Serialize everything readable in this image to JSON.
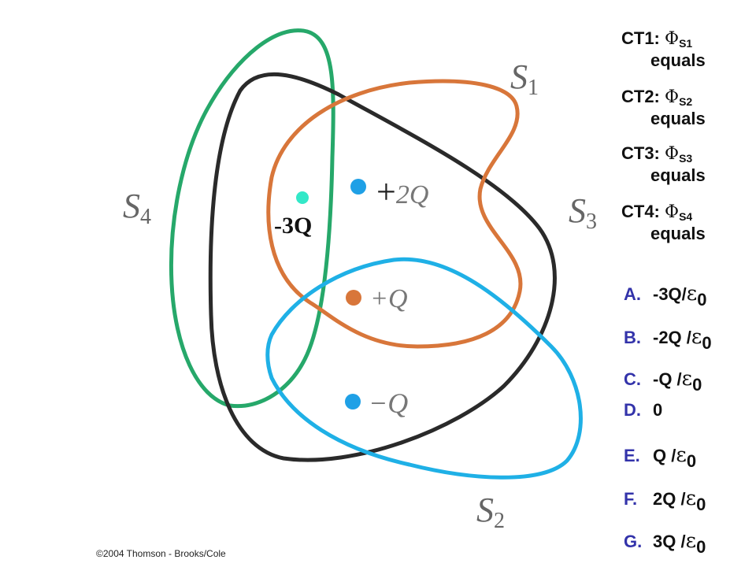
{
  "figure": {
    "surfaces": {
      "s1": {
        "letter": "S",
        "index": "1",
        "color": "#d8763a"
      },
      "s2": {
        "letter": "S",
        "index": "2",
        "color": "#1fb0e6"
      },
      "s3": {
        "letter": "S",
        "index": "3",
        "color": "#2a2a2a"
      },
      "s4": {
        "letter": "S",
        "index": "4",
        "color": "#26a86a"
      }
    },
    "charges": {
      "neg3q": {
        "label": "-3Q",
        "color": "#33e8c8"
      },
      "plus2q": {
        "sign": "+",
        "value": "2Q",
        "color": "#1fa0e6"
      },
      "plusq": {
        "label": "+Q",
        "color": "#d8763a"
      },
      "minusq": {
        "label": "−Q",
        "color": "#1fa0e6"
      }
    },
    "copyright": "©2004 Thomson - Brooks/Cole"
  },
  "questions": [
    {
      "prefix": "CT1:",
      "phi": "Φ",
      "sub": "S1",
      "text": "equals"
    },
    {
      "prefix": "CT2:",
      "phi": "Φ",
      "sub": "S2",
      "text": "equals"
    },
    {
      "prefix": "CT3:",
      "phi": "Φ",
      "sub": "S3",
      "text": "equals"
    },
    {
      "prefix": "CT4:",
      "phi": "Φ",
      "sub": "S4",
      "text": "equals"
    }
  ],
  "options": [
    {
      "letter": "A.",
      "value": "-3Q/",
      "eps": "ε",
      "sub": "0"
    },
    {
      "letter": "B.",
      "value": "-2Q /",
      "eps": "ε",
      "sub": "0"
    },
    {
      "letter": "C.",
      "value": "-Q /",
      "eps": "ε",
      "sub": "0"
    },
    {
      "letter": "D.",
      "value": "0",
      "eps": "",
      "sub": ""
    },
    {
      "letter": "E.",
      "value": "Q /",
      "eps": "ε",
      "sub": "0"
    },
    {
      "letter": "F.",
      "value": "2Q /",
      "eps": "ε",
      "sub": "0"
    },
    {
      "letter": "G.",
      "value": "3Q /",
      "eps": "ε",
      "sub": "0"
    }
  ],
  "colors": {
    "option_letter": "#3333aa"
  }
}
